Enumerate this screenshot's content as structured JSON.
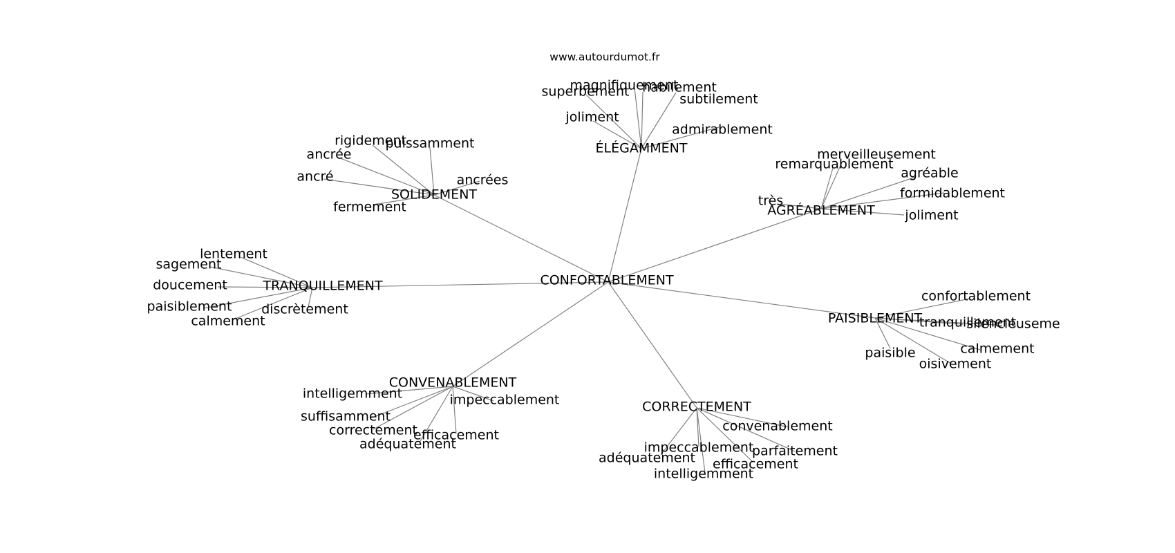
{
  "source": "www.autourdumot.fr",
  "center": "CONFORTABLEMENT",
  "clusters": [
    {
      "label": "ÉLÉGAMMENT",
      "words": [
        "superbement",
        "magnifiquement",
        "habilement",
        "subtilement",
        "joliment",
        "admirablement"
      ]
    },
    {
      "label": "AGRÉABLEMENT",
      "words": [
        "merveilleusement",
        "remarquablement",
        "agréable",
        "formidablement",
        "très",
        "joliment"
      ]
    },
    {
      "label": "SOLIDEMENT",
      "words": [
        "rigidement",
        "puissamment",
        "ancrée",
        "ancré",
        "ancrées",
        "fermement"
      ]
    },
    {
      "label": "TRANQUILLEMENT",
      "words": [
        "lentement",
        "sagement",
        "doucement",
        "paisiblement",
        "discrètement",
        "calmement"
      ]
    },
    {
      "label": "PAISIBLEMENT",
      "words": [
        "confortablement",
        "tranquillement",
        "silencieuseme",
        "calmement",
        "paisible",
        "oisivement"
      ]
    },
    {
      "label": "CONVENABLEMENT",
      "words": [
        "intelligemment",
        "impeccablement",
        "suffisamment",
        "correctement",
        "efficacement",
        "adéquatement"
      ]
    },
    {
      "label": "CORRECTEMENT",
      "words": [
        "convenablement",
        "impeccablement",
        "parfaitement",
        "adéquatement",
        "efficacement",
        "intelligemment"
      ]
    }
  ]
}
